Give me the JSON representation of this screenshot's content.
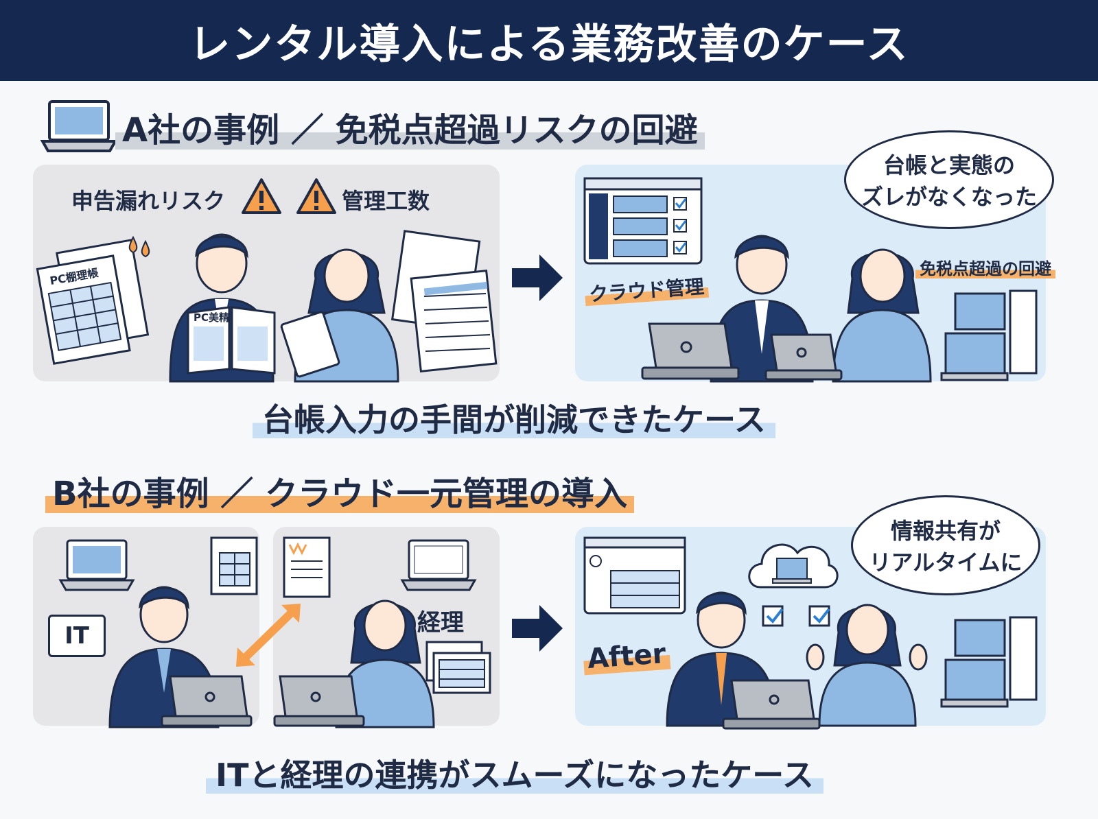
{
  "title": "レンタル導入による業務改善のケース",
  "case_a": {
    "heading": "A社の事例 ／ 免税点超過リスクの回避",
    "before_label_1": "申告漏れリスク",
    "before_label_2": "管理工数",
    "ledger_doc": "PC棚理帳",
    "magazine": "PC美精",
    "cloud_label": "クラウド管理",
    "bubble_line1": "台帳と実態の",
    "bubble_line2": "ズレがなくなった",
    "badge": "免税点超過の回避",
    "caption": "台帳入力の手間が削減できたケース"
  },
  "case_b": {
    "heading": "B社の事例 ／ クラウド一元管理の導入",
    "it_label": "IT",
    "accounting_label": "経理",
    "after_label": "After",
    "bubble_line1": "情報共有が",
    "bubble_line2": "リアルタイムに",
    "caption": "ITと経理の連携がスムーズになったケース"
  },
  "colors": {
    "navy": "#152850",
    "accent_orange": "#f6a04d",
    "light_blue": "#dcebf8",
    "panel_gray": "#e6e6e8"
  },
  "icons": [
    "laptop-icon",
    "warning-icon",
    "arrow-right-icon",
    "checkbox-icon",
    "cloud-icon",
    "desktop-icon",
    "document-icon",
    "spreadsheet-icon"
  ]
}
